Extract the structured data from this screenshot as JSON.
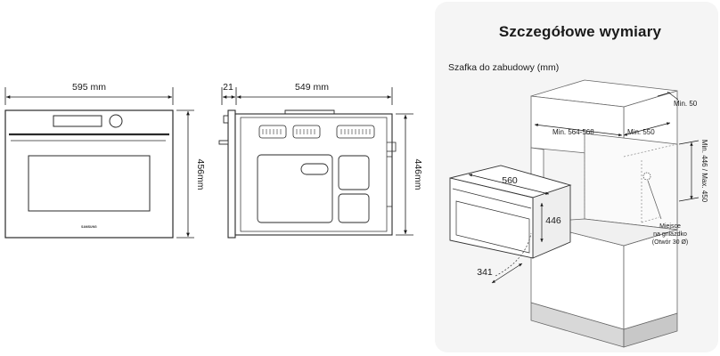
{
  "front_view": {
    "width_label": "595 mm",
    "height_label": "456mm",
    "brand": "SAMSUNG"
  },
  "side_view": {
    "door_depth_label": "21",
    "body_depth_label": "549 mm",
    "height_label": "446mm"
  },
  "panel": {
    "title": "Szczegółowe wymiary",
    "subtitle": "Szafka do zabudowy (mm)",
    "labels": {
      "min_50": "Min. 50",
      "min_564_568": "Min. 564-568",
      "min_550": "Min. 550",
      "min_max_446_450": "Min. 446 / Max. 450",
      "width_560": "560",
      "height_446": "446",
      "depth_341": "341",
      "socket_line1": "Miejsce",
      "socket_line2": "na gniazdko",
      "socket_line3": "(Otwór 30 Ø)"
    }
  }
}
